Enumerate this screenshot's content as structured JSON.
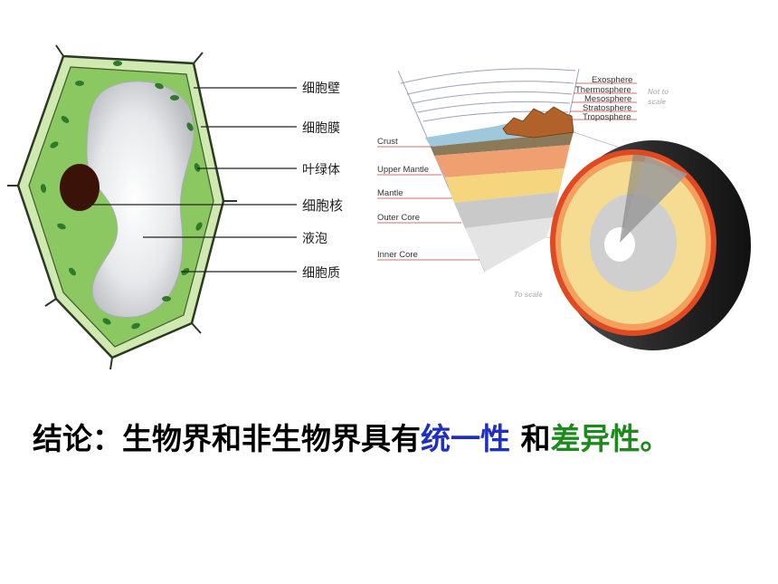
{
  "cell": {
    "labels": [
      "细胞壁",
      "细胞膜",
      "叶绿体",
      "细胞核",
      "液泡",
      "细胞质"
    ]
  },
  "earth": {
    "atmosphere_labels": [
      "Exosphere",
      "Thermosphere",
      "Mesosphere",
      "Stratosphere",
      "Troposphere"
    ],
    "layer_labels": [
      "Crust",
      "Upper Mantle",
      "Mantle",
      "Outer Core",
      "Inner Core"
    ],
    "not_to_scale_line1": "Not to",
    "not_to_scale_line2": "scale",
    "to_scale": "To scale"
  },
  "conclusion": {
    "prefix": "结论：生物界和非生物界具有",
    "term_unity": "统一性",
    "connector": " 和",
    "term_difference": "差异性",
    "suffix": "。"
  },
  "colors": {
    "cell_wall": "#c8e6a4",
    "cytoplasm": "#8cc861",
    "chloroplast": "#2f7a2a",
    "nucleus": "#3a1208",
    "unity": "#1f2fc4",
    "difference": "#1e8a1e"
  }
}
